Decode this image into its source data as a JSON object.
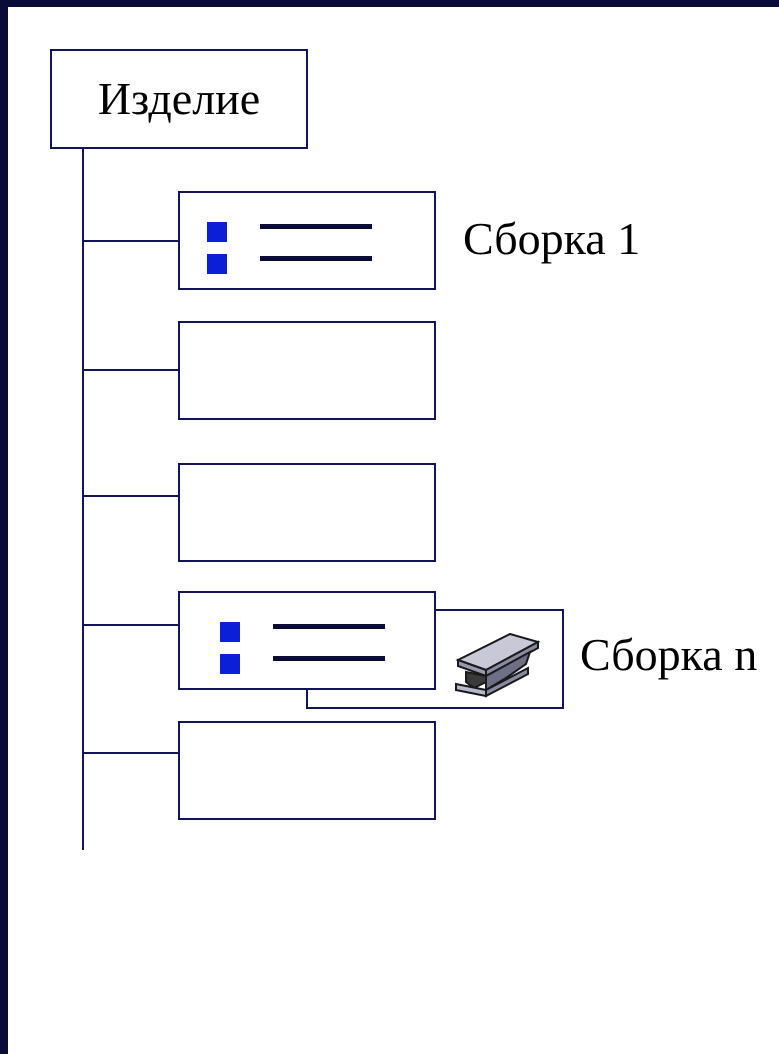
{
  "diagram": {
    "root": {
      "label": "Изделие"
    },
    "children": [
      {
        "label": "Сборка 1",
        "has_list_icon": true
      },
      {
        "label": "",
        "has_list_icon": false
      },
      {
        "label": "",
        "has_list_icon": false
      },
      {
        "label": "Сборка n",
        "has_list_icon": true,
        "has_part_icon": true
      },
      {
        "label": "",
        "has_list_icon": false
      }
    ],
    "icons": {
      "list": "list-icon",
      "part": "i-beam-icon"
    },
    "colors": {
      "frame": "#0b0b3a",
      "line": "#14145a",
      "bullet": "#0a1fd6"
    }
  }
}
